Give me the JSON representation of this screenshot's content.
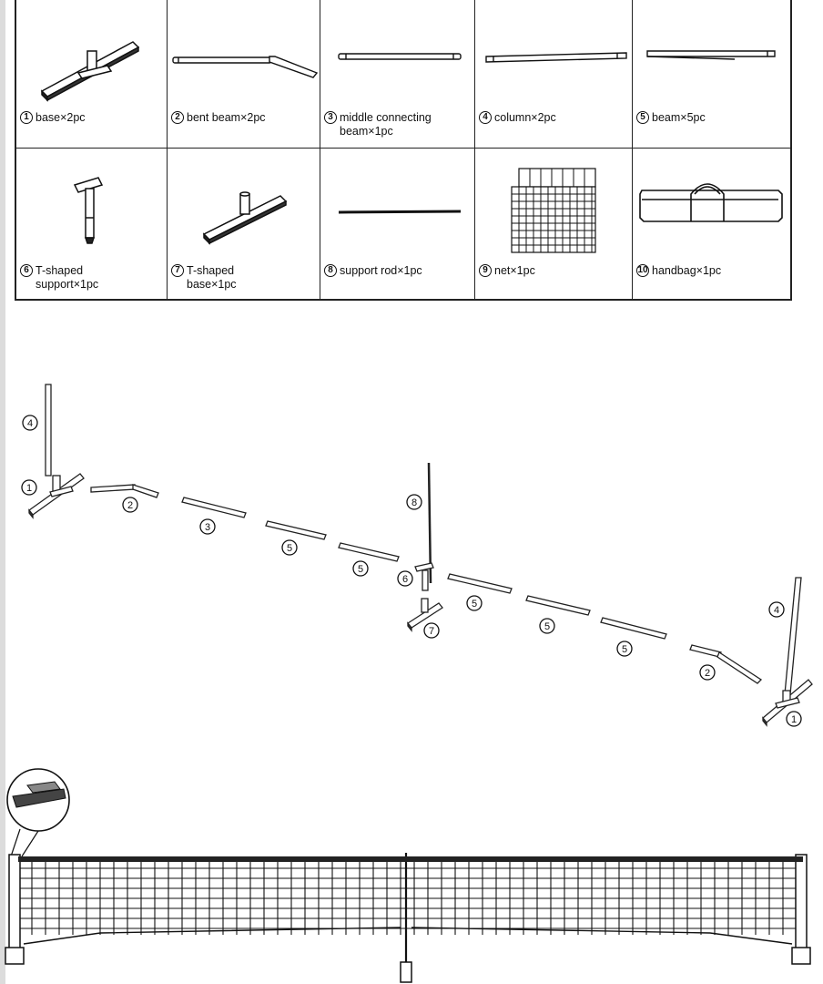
{
  "parts": [
    {
      "num": "1",
      "label": "base×2pc",
      "icon": "base-icon"
    },
    {
      "num": "2",
      "label": "bent beam×2pc",
      "icon": "bent-beam-icon"
    },
    {
      "num": "3",
      "label": "middle connecting\nbeam×1pc",
      "icon": "middle-beam-icon"
    },
    {
      "num": "4",
      "label": "column×2pc",
      "icon": "column-icon"
    },
    {
      "num": "5",
      "label": "beam×5pc",
      "icon": "beam-icon"
    },
    {
      "num": "6",
      "label": "T-shaped\nsupport×1pc",
      "icon": "t-support-icon"
    },
    {
      "num": "7",
      "label": "T-shaped\nbase×1pc",
      "icon": "t-base-icon"
    },
    {
      "num": "8",
      "label": "support rod×1pc",
      "icon": "support-rod-icon"
    },
    {
      "num": "9",
      "label": "net×1pc",
      "icon": "net-icon"
    },
    {
      "num": "10",
      "label": "handbag×1pc",
      "icon": "handbag-icon"
    }
  ],
  "assembly": {
    "markers": [
      "4",
      "1",
      "2",
      "3",
      "5",
      "5",
      "8",
      "6",
      "7",
      "5",
      "5",
      "5",
      "2",
      "4",
      "1"
    ]
  }
}
